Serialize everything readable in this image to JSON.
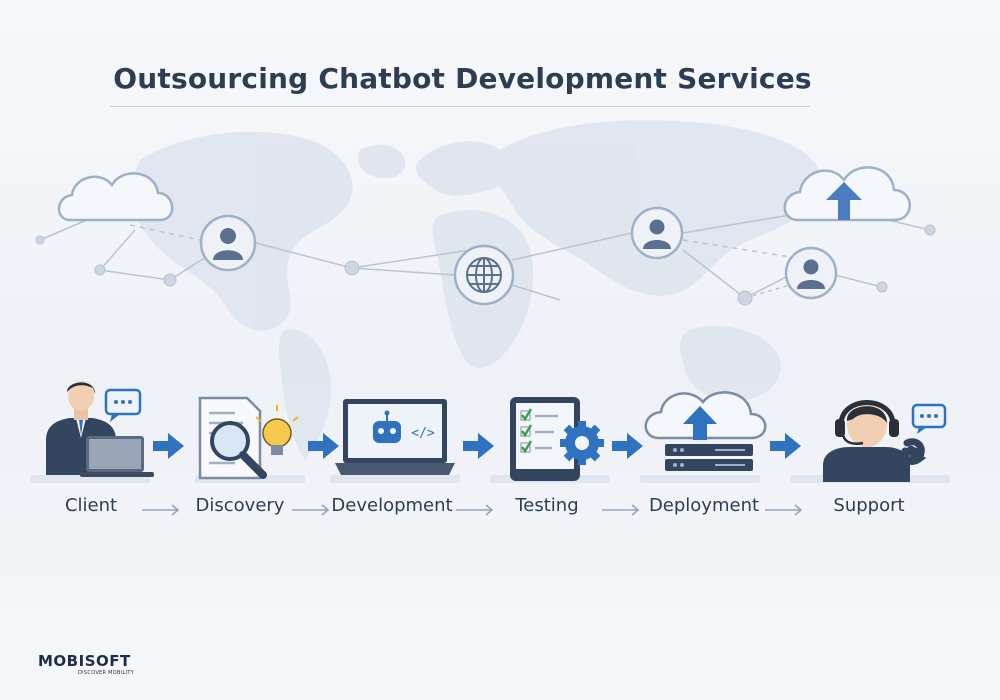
{
  "title": "Outsourcing Chatbot Development Services",
  "steps": [
    {
      "label": "Client",
      "icon": "client-icon"
    },
    {
      "label": "Discovery",
      "icon": "discovery-icon"
    },
    {
      "label": "Development",
      "icon": "development-icon"
    },
    {
      "label": "Testing",
      "icon": "testing-icon"
    },
    {
      "label": "Deployment",
      "icon": "deployment-icon"
    },
    {
      "label": "Support",
      "icon": "support-icon"
    }
  ],
  "colors": {
    "accent": "#2f73c0",
    "navy": "#2f3d52",
    "light_blue": "#dfe8f4",
    "map": "#dce3ec"
  },
  "logo": {
    "name": "MOBISOFT",
    "tagline": "DISCOVER MOBILITY"
  }
}
